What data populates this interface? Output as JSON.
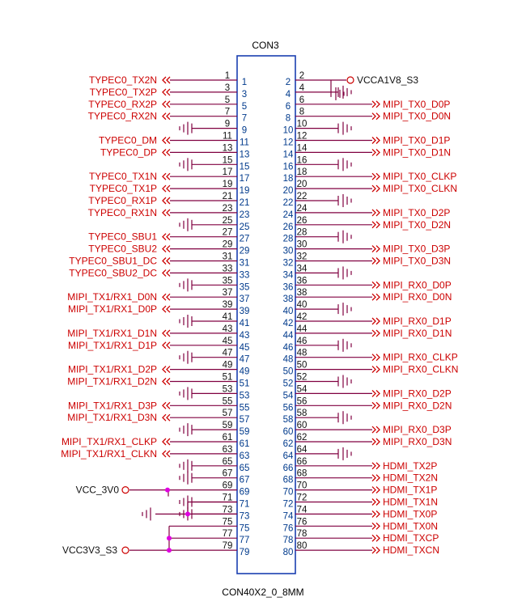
{
  "component": {
    "ref": "CON3",
    "value": "CON40X2_0_8MM",
    "colors": {
      "wire": "#800040",
      "net": "#cc0000",
      "pin": "#003a8c",
      "body": "#1a3fb0",
      "text": "#111111",
      "junction": "#e000e0"
    }
  },
  "pins": [
    {
      "n": 1,
      "net": "TYPEC0_TX2N",
      "kind": "io"
    },
    {
      "n": 2,
      "net": "VCCA1V8_S3",
      "kind": "power"
    },
    {
      "n": 3,
      "net": "TYPEC0_TX2P",
      "kind": "io"
    },
    {
      "n": 4,
      "net": "",
      "kind": "gnd"
    },
    {
      "n": 5,
      "net": "TYPEC0_RX2P",
      "kind": "io"
    },
    {
      "n": 6,
      "net": "MIPI_TX0_D0P",
      "kind": "io"
    },
    {
      "n": 7,
      "net": "TYPEC0_RX2N",
      "kind": "io"
    },
    {
      "n": 8,
      "net": "MIPI_TX0_D0N",
      "kind": "io"
    },
    {
      "n": 9,
      "net": "",
      "kind": "gnd"
    },
    {
      "n": 10,
      "net": "",
      "kind": "gnd"
    },
    {
      "n": 11,
      "net": "TYPEC0_DM",
      "kind": "io"
    },
    {
      "n": 12,
      "net": "MIPI_TX0_D1P",
      "kind": "io"
    },
    {
      "n": 13,
      "net": "TYPEC0_DP",
      "kind": "io"
    },
    {
      "n": 14,
      "net": "MIPI_TX0_D1N",
      "kind": "io"
    },
    {
      "n": 15,
      "net": "",
      "kind": "gnd"
    },
    {
      "n": 16,
      "net": "",
      "kind": "gnd"
    },
    {
      "n": 17,
      "net": "TYPEC0_TX1N",
      "kind": "io"
    },
    {
      "n": 18,
      "net": "MIPI_TX0_CLKP",
      "kind": "io"
    },
    {
      "n": 19,
      "net": "TYPEC0_TX1P",
      "kind": "io"
    },
    {
      "n": 20,
      "net": "MIPI_TX0_CLKN",
      "kind": "io"
    },
    {
      "n": 21,
      "net": "TYPEC0_RX1P",
      "kind": "io"
    },
    {
      "n": 22,
      "net": "",
      "kind": "gnd"
    },
    {
      "n": 23,
      "net": "TYPEC0_RX1N",
      "kind": "io"
    },
    {
      "n": 24,
      "net": "MIPI_TX0_D2P",
      "kind": "io"
    },
    {
      "n": 25,
      "net": "",
      "kind": "gnd"
    },
    {
      "n": 26,
      "net": "MIPI_TX0_D2N",
      "kind": "io"
    },
    {
      "n": 27,
      "net": "TYPEC0_SBU1",
      "kind": "io"
    },
    {
      "n": 28,
      "net": "",
      "kind": "gnd"
    },
    {
      "n": 29,
      "net": "TYPEC0_SBU2",
      "kind": "io"
    },
    {
      "n": 30,
      "net": "MIPI_TX0_D3P",
      "kind": "io"
    },
    {
      "n": 31,
      "net": "TYPEC0_SBU1_DC",
      "kind": "io"
    },
    {
      "n": 32,
      "net": "MIPI_TX0_D3N",
      "kind": "io"
    },
    {
      "n": 33,
      "net": "TYPEC0_SBU2_DC",
      "kind": "io"
    },
    {
      "n": 34,
      "net": "",
      "kind": "gnd"
    },
    {
      "n": 35,
      "net": "",
      "kind": "gnd"
    },
    {
      "n": 36,
      "net": "MIPI_RX0_D0P",
      "kind": "io"
    },
    {
      "n": 37,
      "net": "MIPI_TX1/RX1_D0N",
      "kind": "io"
    },
    {
      "n": 38,
      "net": "MIPI_RX0_D0N",
      "kind": "io"
    },
    {
      "n": 39,
      "net": "MIPI_TX1/RX1_D0P",
      "kind": "io"
    },
    {
      "n": 40,
      "net": "",
      "kind": "gnd"
    },
    {
      "n": 41,
      "net": "",
      "kind": "gnd"
    },
    {
      "n": 42,
      "net": "MIPI_RX0_D1P",
      "kind": "io"
    },
    {
      "n": 43,
      "net": "MIPI_TX1/RX1_D1N",
      "kind": "io"
    },
    {
      "n": 44,
      "net": "MIPI_RX0_D1N",
      "kind": "io"
    },
    {
      "n": 45,
      "net": "MIPI_TX1/RX1_D1P",
      "kind": "io"
    },
    {
      "n": 46,
      "net": "",
      "kind": "gnd"
    },
    {
      "n": 47,
      "net": "",
      "kind": "gnd"
    },
    {
      "n": 48,
      "net": "MIPI_RX0_CLKP",
      "kind": "io"
    },
    {
      "n": 49,
      "net": "MIPI_TX1/RX1_D2P",
      "kind": "io"
    },
    {
      "n": 50,
      "net": "MIPI_RX0_CLKN",
      "kind": "io"
    },
    {
      "n": 51,
      "net": "MIPI_TX1/RX1_D2N",
      "kind": "io"
    },
    {
      "n": 52,
      "net": "",
      "kind": "gnd"
    },
    {
      "n": 53,
      "net": "",
      "kind": "gnd"
    },
    {
      "n": 54,
      "net": "MIPI_RX0_D2P",
      "kind": "io"
    },
    {
      "n": 55,
      "net": "MIPI_TX1/RX1_D3P",
      "kind": "io"
    },
    {
      "n": 56,
      "net": "MIPI_RX0_D2N",
      "kind": "io"
    },
    {
      "n": 57,
      "net": "MIPI_TX1/RX1_D3N",
      "kind": "io"
    },
    {
      "n": 58,
      "net": "",
      "kind": "gnd"
    },
    {
      "n": 59,
      "net": "",
      "kind": "gnd"
    },
    {
      "n": 60,
      "net": "MIPI_RX0_D3P",
      "kind": "io"
    },
    {
      "n": 61,
      "net": "MIPI_TX1/RX1_CLKP",
      "kind": "io"
    },
    {
      "n": 62,
      "net": "MIPI_RX0_D3N",
      "kind": "io"
    },
    {
      "n": 63,
      "net": "MIPI_TX1/RX1_CLKN",
      "kind": "io"
    },
    {
      "n": 64,
      "net": "",
      "kind": "gnd"
    },
    {
      "n": 65,
      "net": "",
      "kind": "gnd"
    },
    {
      "n": 66,
      "net": "HDMI_TX2P",
      "kind": "io"
    },
    {
      "n": 67,
      "net": "",
      "kind": "gnd"
    },
    {
      "n": 68,
      "net": "HDMI_TX2N",
      "kind": "io"
    },
    {
      "n": 69,
      "net": "VCC_3V0",
      "kind": "power"
    },
    {
      "n": 70,
      "net": "HDMI_TX1P",
      "kind": "io"
    },
    {
      "n": 71,
      "net": "",
      "kind": "gnd"
    },
    {
      "n": 72,
      "net": "HDMI_TX1N",
      "kind": "io"
    },
    {
      "n": 73,
      "net": "",
      "kind": "gnd"
    },
    {
      "n": 74,
      "net": "HDMI_TX0P",
      "kind": "io"
    },
    {
      "n": 75,
      "net": "",
      "kind": "power"
    },
    {
      "n": 76,
      "net": "HDMI_TX0N",
      "kind": "io"
    },
    {
      "n": 77,
      "net": "",
      "kind": "power"
    },
    {
      "n": 78,
      "net": "HDMI_TXCP",
      "kind": "io"
    },
    {
      "n": 79,
      "net": "VCC3V3_S3",
      "kind": "power"
    },
    {
      "n": 80,
      "net": "HDMI_TXCN",
      "kind": "io"
    }
  ]
}
